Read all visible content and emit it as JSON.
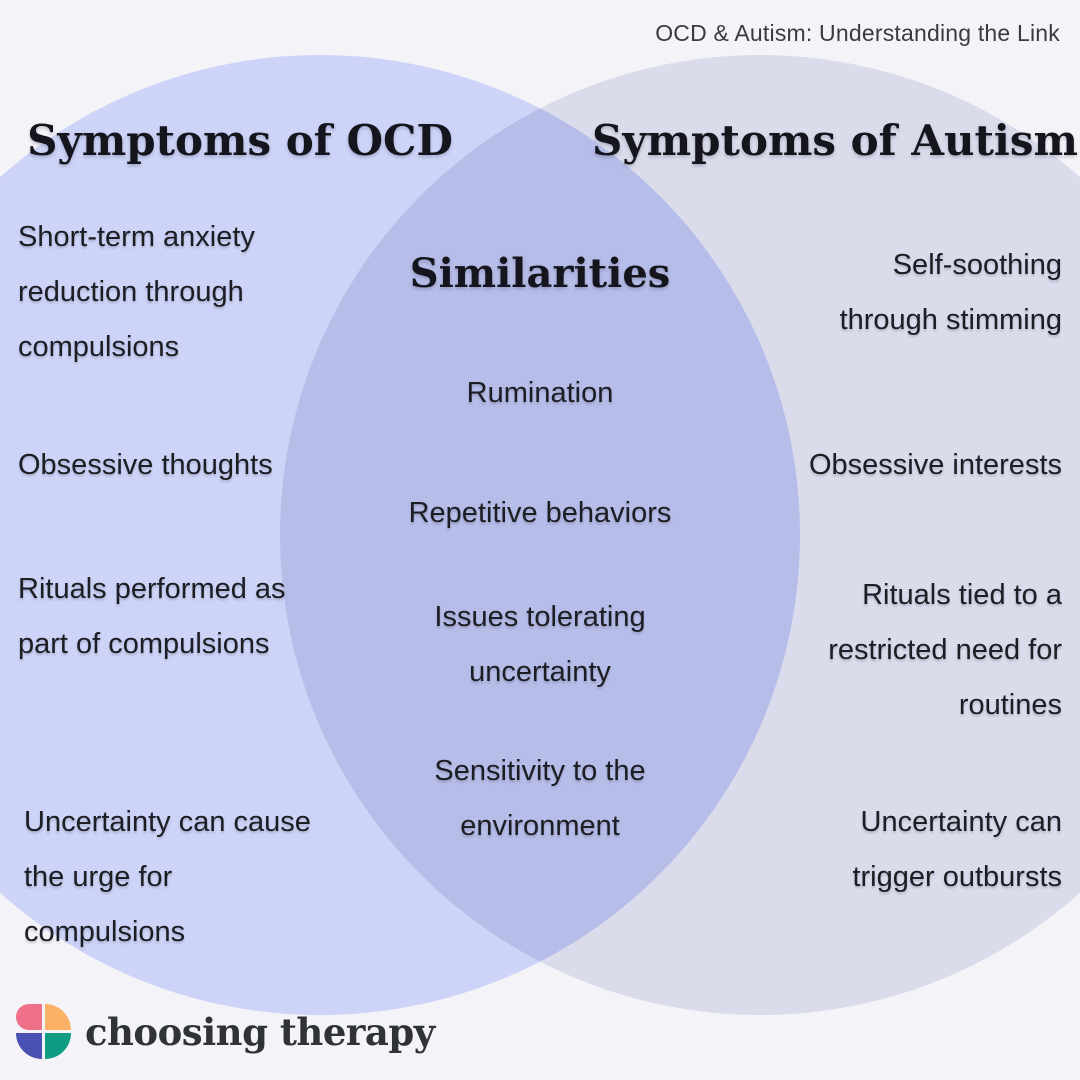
{
  "header": {
    "title": "OCD & Autism: Understanding the Link"
  },
  "colors": {
    "background": "#f4f4f8",
    "left_circle": "#cdd4f7",
    "right_circle": "#dadcec",
    "overlap": "#b6bde8",
    "text": "#1d1d24"
  },
  "venn": {
    "left": {
      "title": "Symptoms of OCD",
      "items": [
        "Short-term anxiety reduction through compulsions",
        "Obsessive thoughts",
        "Rituals performed as part of compulsions",
        "Uncertainty can cause the urge for compulsions"
      ]
    },
    "overlap": {
      "title": "Similarities",
      "items": [
        "Rumination",
        "Repetitive behaviors",
        "Issues tolerating uncertainty",
        "Sensitivity to the environment"
      ]
    },
    "right": {
      "title": "Symptoms of Autism",
      "items": [
        "Self-soothing through stimming",
        "Obsessive interests",
        "Rituals tied to a restricted need for routines",
        "Uncertainty can trigger outbursts"
      ]
    }
  },
  "footer": {
    "brand": "choosing therapy",
    "logo_colors": {
      "pink": "#ee7189",
      "orange": "#fbb267",
      "purple": "#4b50b3",
      "teal": "#0e9c83"
    }
  }
}
